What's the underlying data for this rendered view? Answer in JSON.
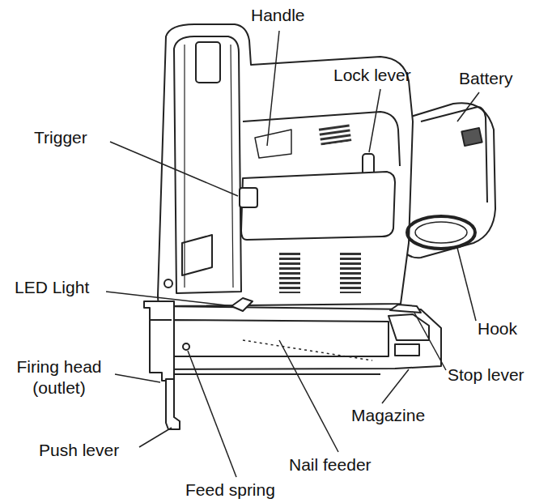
{
  "diagram": {
    "labels": [
      "Handle",
      "Lock lever",
      "Battery",
      "Trigger",
      "LED Light",
      "Hook",
      "Firing head (outlet)",
      "Stop lever",
      "Magazine",
      "Push lever",
      "Nail feeder",
      "Feed spring"
    ]
  }
}
